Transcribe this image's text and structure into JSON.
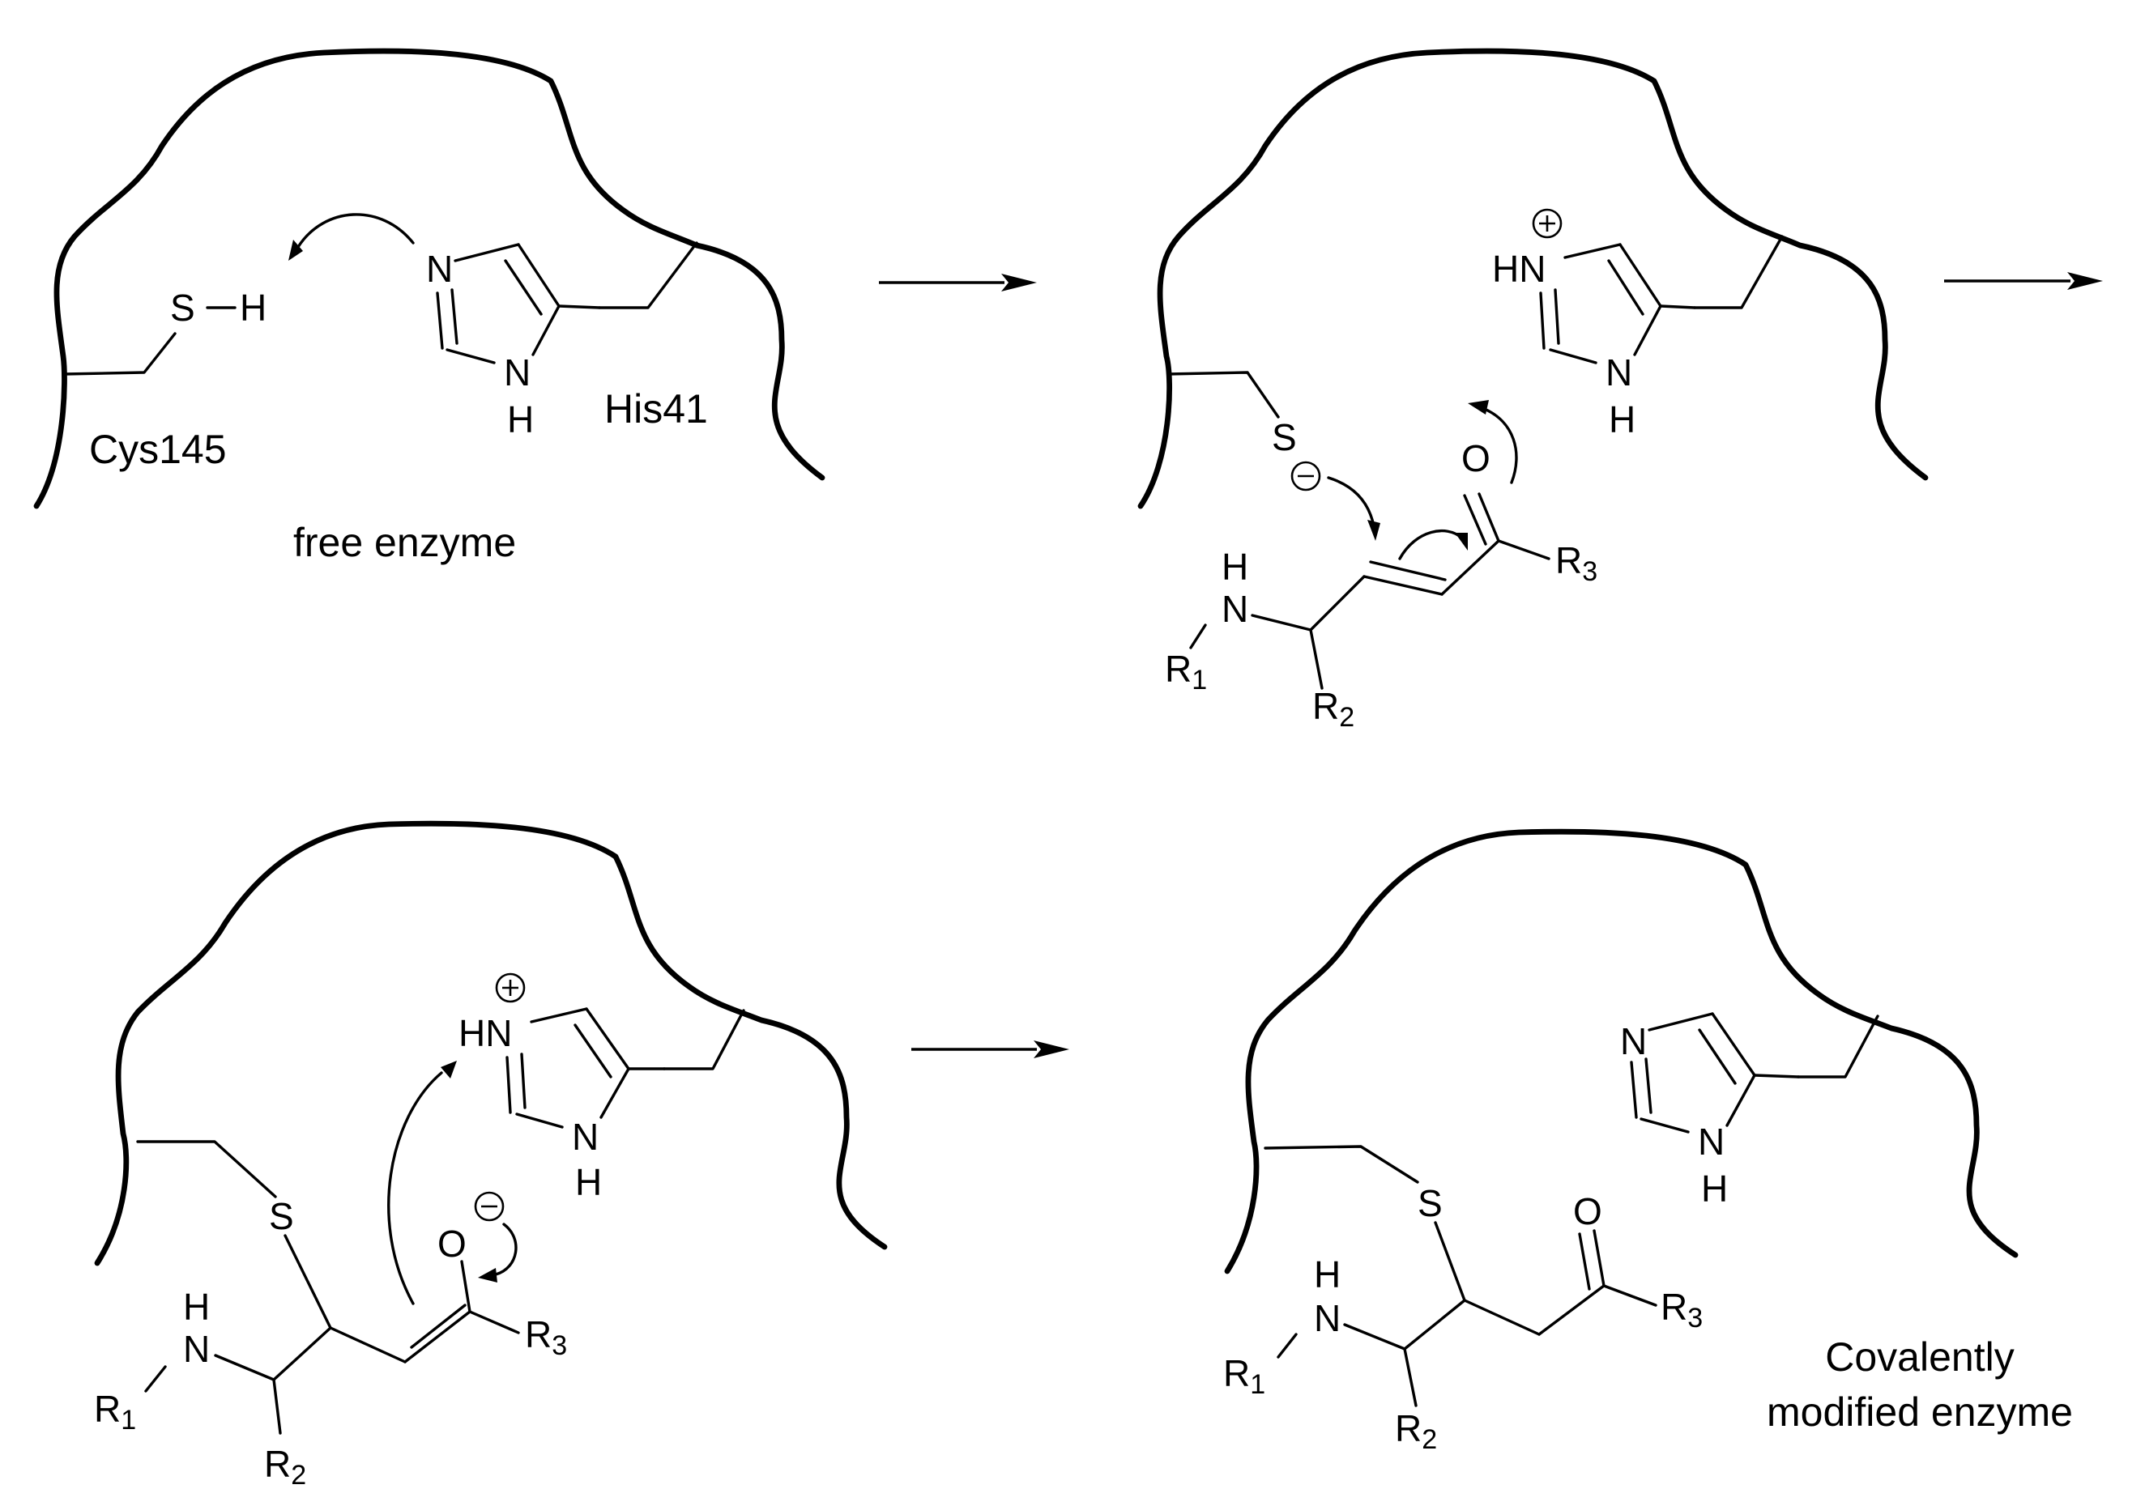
{
  "atoms": {
    "S": "S",
    "H": "H",
    "N": "N",
    "O": "O",
    "HN": "HN",
    "R": "R",
    "sub1": "1",
    "sub2": "2",
    "sub3": "3"
  },
  "panel1": {
    "cys_label": "Cys145",
    "his_label": "His41",
    "caption": "free enzyme"
  },
  "panel4": {
    "caption_line1": "Covalently",
    "caption_line2": "modified enzyme"
  }
}
